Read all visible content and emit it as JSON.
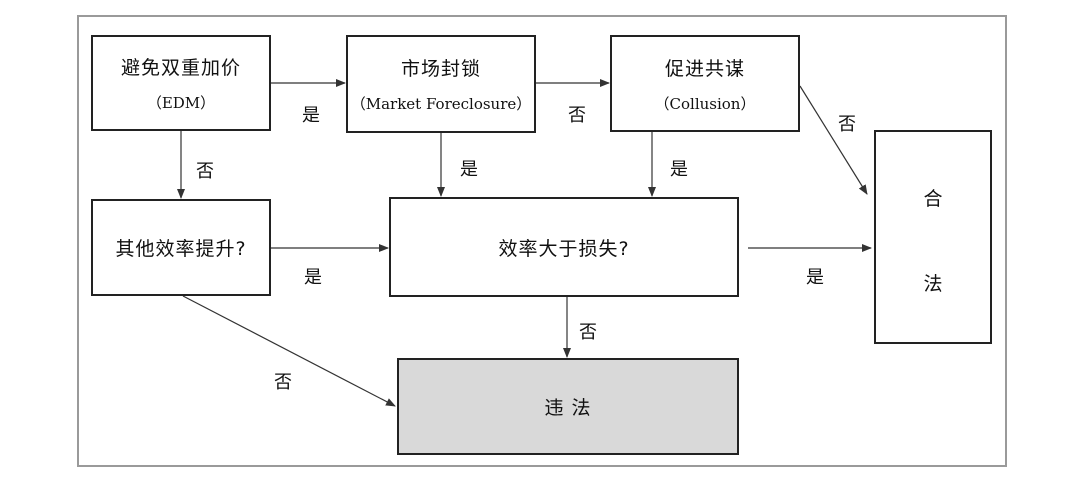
{
  "nodes": {
    "edm": {
      "title": "避免双重加价",
      "subtitle": "（EDM）"
    },
    "market_foreclosure": {
      "title": "市场封锁",
      "subtitle": "（Market Foreclosure）"
    },
    "collusion": {
      "title": "促进共谋",
      "subtitle": "（Collusion）"
    },
    "other_efficiency": {
      "title": "其他效率提升?"
    },
    "efficiency_vs_loss": {
      "title": "效率大于损失?"
    },
    "illegal": {
      "title": "违 法"
    },
    "legal": {
      "line1": "合",
      "line2": "法"
    }
  },
  "edges": {
    "edm_to_mf": "是",
    "mf_to_col": "否",
    "col_to_legal": "否",
    "edm_to_other": "否",
    "mf_to_eff": "是",
    "col_to_eff": "是",
    "other_to_eff": "是",
    "eff_to_legal": "是",
    "eff_to_illegal": "否",
    "other_to_illegal": "否"
  }
}
